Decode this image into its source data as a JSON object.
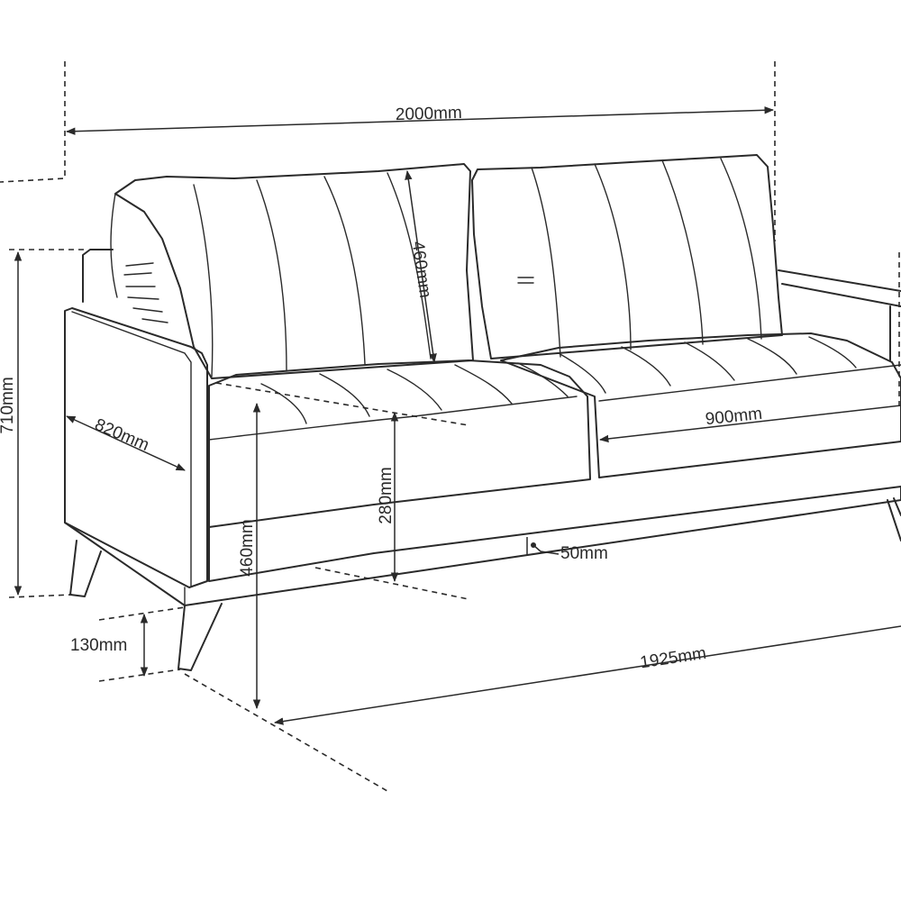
{
  "dimensions": {
    "overall_width": "2000mm",
    "overall_height": "710mm",
    "back_cushion_height": "460mm",
    "depth": "820mm",
    "seat_cushion_width": "900mm",
    "seat_depth": "280mm",
    "seat_height": "460mm",
    "gap": "50mm",
    "leg_height": "130mm",
    "inner_width": "1925mm"
  },
  "colors": {
    "line": "#2a2a2a",
    "background": "#ffffff"
  }
}
